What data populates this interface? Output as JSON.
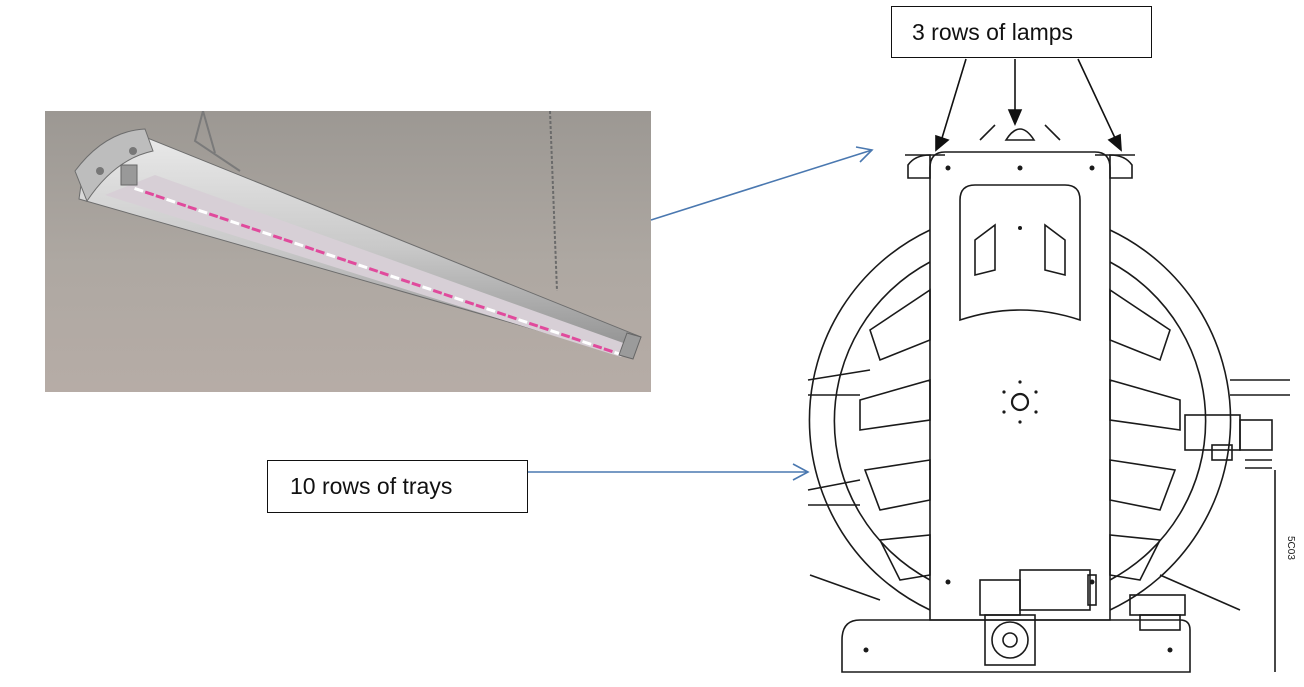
{
  "labels": {
    "lamps": "3 rows of lamps",
    "trays": "10 rows of trays"
  },
  "drawing_margin_text": "5C03",
  "colors": {
    "connector_arrow": "#4a78b0",
    "line_art": "#1a1a1a",
    "photo_background": "#a8a39e",
    "led_pink": "#e04a9c"
  },
  "icons": {
    "photo": "led-grow-lamp-photo",
    "drawing": "rotating-rack-technical-drawing"
  }
}
